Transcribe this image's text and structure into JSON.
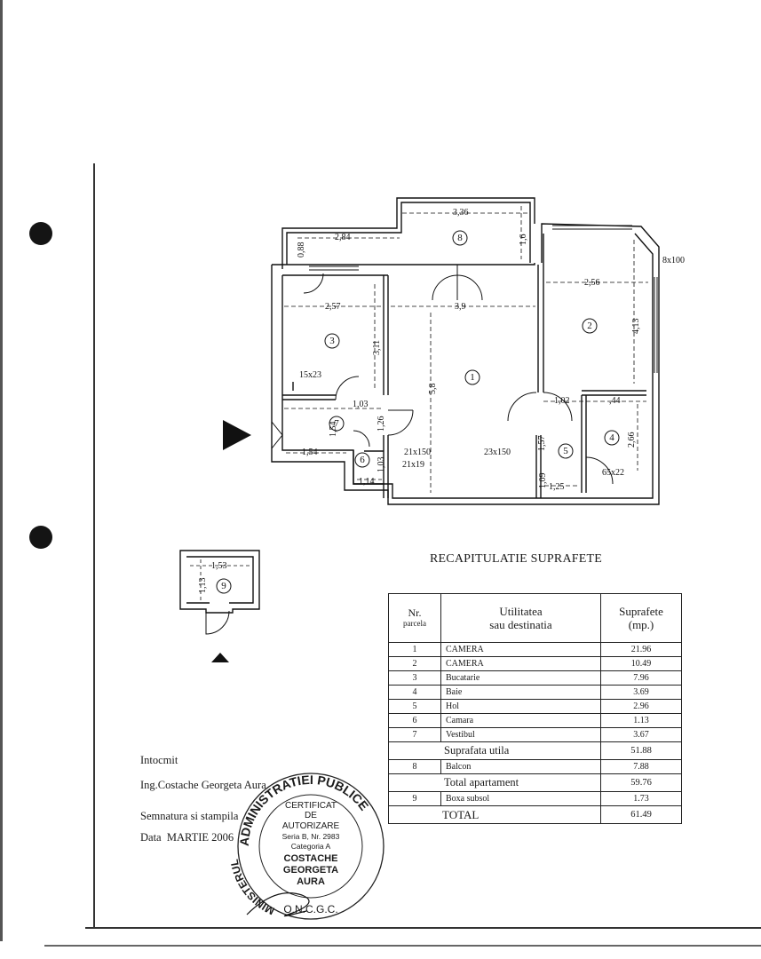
{
  "plan": {
    "rooms": [
      {
        "num": "1"
      },
      {
        "num": "2"
      },
      {
        "num": "3"
      },
      {
        "num": "4"
      },
      {
        "num": "5"
      },
      {
        "num": "6"
      },
      {
        "num": "7"
      },
      {
        "num": "8"
      },
      {
        "num": "9"
      }
    ],
    "dimensions": {
      "d336": "3,36",
      "d284": "2,84",
      "d088": "0,88",
      "d16": "1,6",
      "d8x100": "8x100",
      "d257": "2,57",
      "d39": "3,9",
      "d256": "2,56",
      "d311": "3,11",
      "d413": "4,13",
      "d58": "5,8",
      "d15x23": "15x23",
      "d103": "1,03",
      "d102": "1,02",
      "d044": ",44",
      "d154v": "1,54",
      "d126": "1,26",
      "d157": "1,57",
      "d266": "2,66",
      "d154h": "1,54",
      "d21x150": "21x150",
      "d21x19": "21x19",
      "d23x150": "23x150",
      "d103v": "1,03",
      "d114": "1,14",
      "d109": "1,09",
      "d125": "1,25",
      "d65x22": "65x22",
      "d153": "1,53",
      "d113": "1,13"
    }
  },
  "recap": {
    "title": "RECAPITULATIE SUPRAFETE",
    "headers": {
      "nr": "Nr.",
      "nr_sub": "parcela",
      "ut1": "Utilitatea",
      "ut2": "sau destinatia",
      "su1": "Suprafete",
      "su2": "(mp.)"
    },
    "rows": [
      {
        "nr": "1",
        "name": "CAMERA",
        "area": "21.96"
      },
      {
        "nr": "2",
        "name": "CAMERA",
        "area": "10.49"
      },
      {
        "nr": "3",
        "name": "Bucatarie",
        "area": "7.96"
      },
      {
        "nr": "4",
        "name": "Baie",
        "area": "3.69"
      },
      {
        "nr": "5",
        "name": "Hol",
        "area": "2.96"
      },
      {
        "nr": "6",
        "name": "Camara",
        "area": "1.13"
      },
      {
        "nr": "7",
        "name": "Vestibul",
        "area": "3.67"
      }
    ],
    "util": {
      "label": "Suprafata utila",
      "value": "51.88"
    },
    "balcon": {
      "nr": "8",
      "name": "Balcon",
      "area": "7.88"
    },
    "total_ap": {
      "label": "Total apartament",
      "value": "59.76"
    },
    "boxa": {
      "nr": "9",
      "name": "Boxa subsol",
      "area": "1.73"
    },
    "total": {
      "label": "TOTAL",
      "value": "61.49"
    }
  },
  "footer": {
    "intocmit": "Intocmit",
    "author": "Ing.Costache Georgeta Aura",
    "signature": "Semnatura si stampila",
    "date_label": "Data",
    "date_value": "MARTIE 2006"
  },
  "stamp": {
    "ring_top": "ADMINISTRATIEI PUBLICE",
    "ring_left": "MINISTERUL",
    "l1": "CERTIFICAT",
    "l2": "DE",
    "l3": "AUTORIZARE",
    "l4": "Seria B, Nr. 2983",
    "l5": "Categoria A",
    "l6": "COSTACHE",
    "l7": "GEORGETA",
    "l8": "AURA",
    "l9": "O.N.C.G.C."
  }
}
